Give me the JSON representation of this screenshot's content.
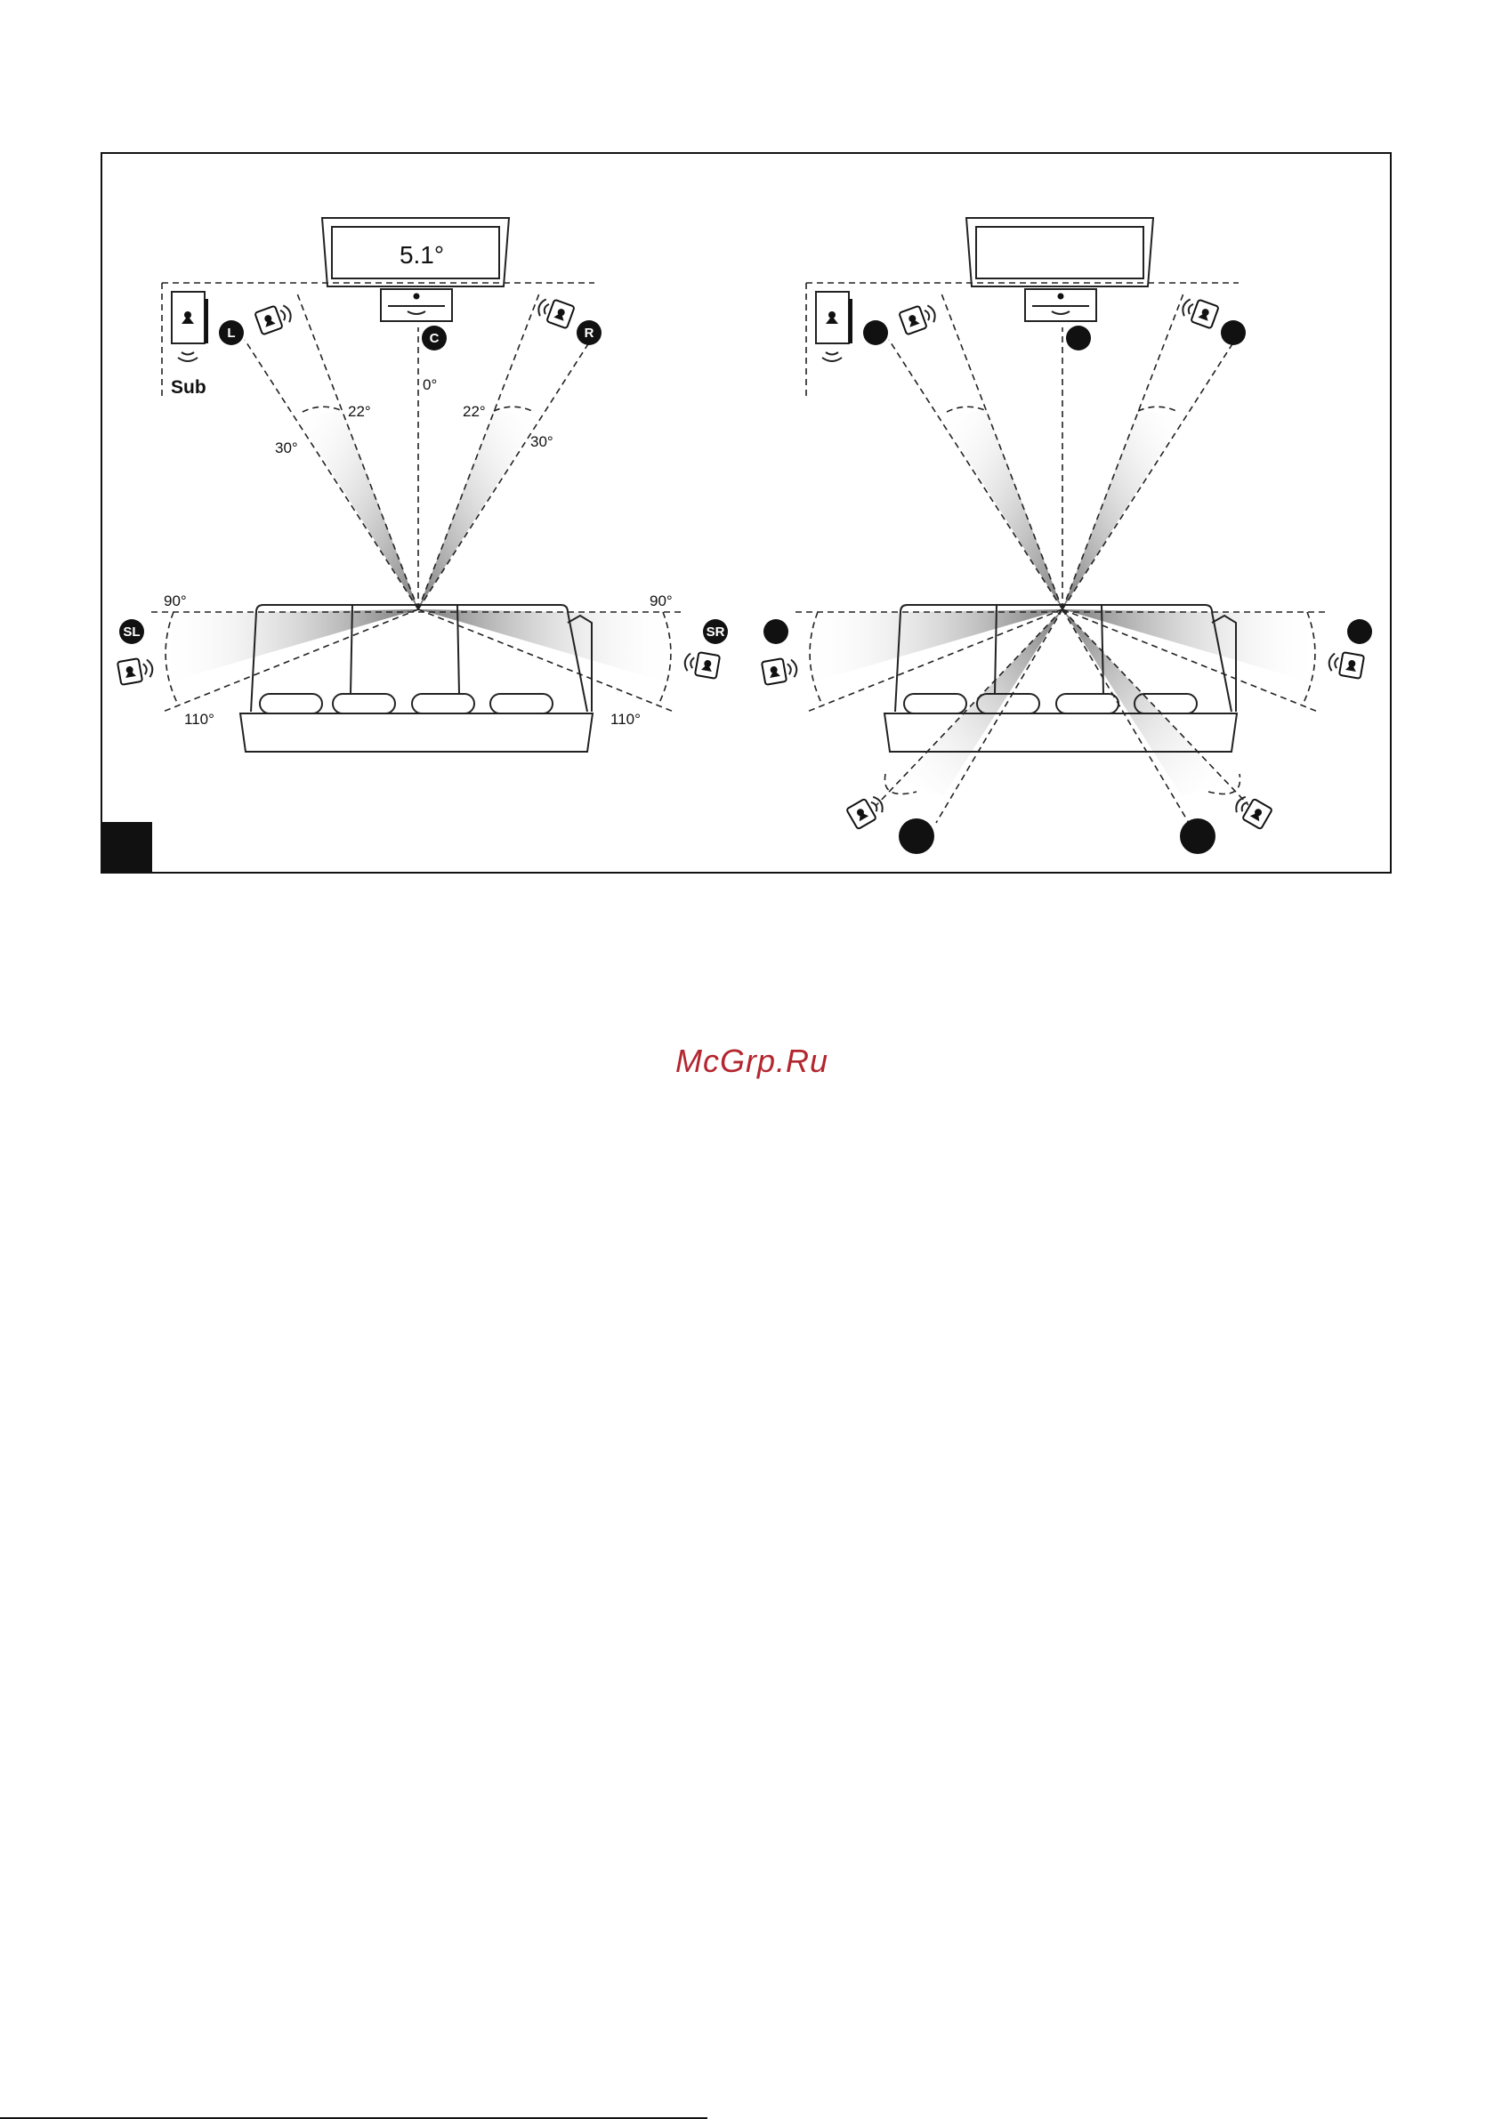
{
  "diagram": {
    "left_panel": {
      "title": "5.1°",
      "sub_label": "Sub",
      "badges": {
        "left": "L",
        "center": "C",
        "right": "R",
        "surround_left": "SL",
        "surround_right": "SR"
      },
      "angles": {
        "center": "0°",
        "left_inner": "22°",
        "left_outer": "30°",
        "right_inner": "22°",
        "right_outer": "30°",
        "side_left": "90°",
        "side_right": "90°",
        "rear_left": "110°",
        "rear_right": "110°"
      }
    },
    "right_panel": {
      "title": ""
    }
  },
  "watermark": "McGrp.Ru",
  "colors": {
    "badge": "#111111",
    "watermark": "#b3262f",
    "beam": "#888888"
  }
}
